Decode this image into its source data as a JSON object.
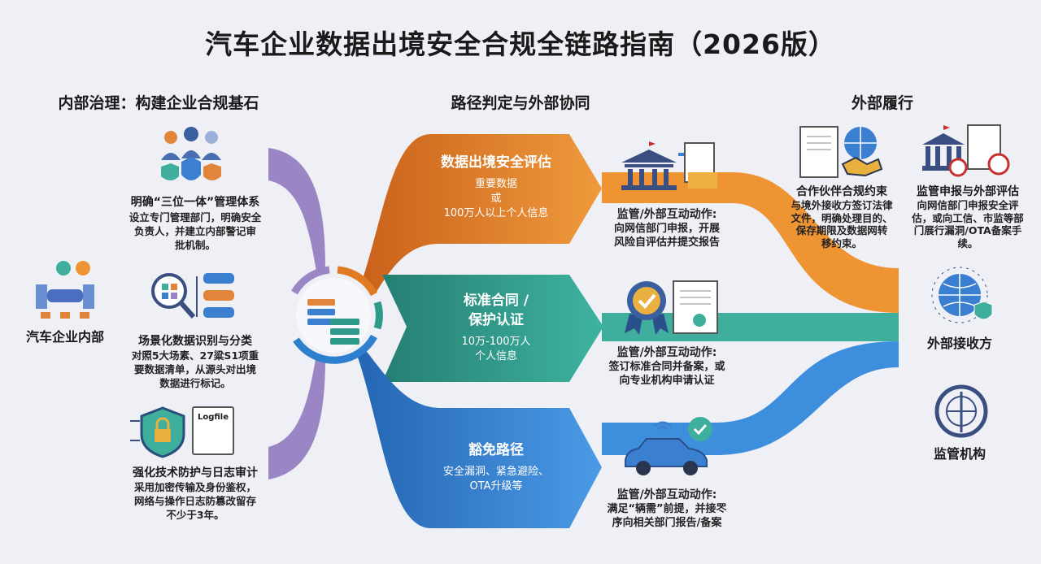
{
  "title": "汽车企业数据出境安全合规全链路指南（2026版）",
  "sections": {
    "left": "内部治理：构建企业合规基石",
    "middle": "路径判定与外部协同",
    "right": "外部履行"
  },
  "left": {
    "origin_label": "汽车企业内部",
    "items": [
      {
        "title": "明确“三位一体”管理体系",
        "desc": [
          "设立专门管理部门，明确安全",
          "负责人，并建立内部警记审",
          "批机制。"
        ]
      },
      {
        "title": "场景化数据识别与分类",
        "desc": [
          "对照5大场素、27粱S1项重",
          "要数据清单，从源头对出境",
          "数据进行标记。"
        ]
      },
      {
        "title": "强化技术防护与日志审计",
        "desc": [
          "采用加密传输及身份鉴权，",
          "网络与操作日志防篡改留存",
          "不少于3年。"
        ]
      }
    ],
    "logfile_label": "Logfile"
  },
  "paths": [
    {
      "title": "数据出境安全评估",
      "desc": [
        "重要数据",
        "或",
        "100万人以上个人信息"
      ],
      "action_title": "监管/外部互动动作:",
      "action": [
        "向网信部门申报，开展",
        "风险自评估并提交报告"
      ],
      "color": "#e07b22"
    },
    {
      "title": [
        "标准合同 /",
        "保护认证"
      ],
      "desc": [
        "10万-100万人",
        "个人信息"
      ],
      "action_title": "监管/外部互动动作:",
      "action": [
        "签订标准合同并备案，或",
        "向专业机构申请认证"
      ],
      "color": "#2e9a8a"
    },
    {
      "title": "豁免路径",
      "desc": [
        "安全漏洞、紧急避险、",
        "OTA升级等"
      ],
      "action_title": "监管/外部互动动作:",
      "action": [
        "满足“辆需”前提，并接罖",
        "序向相关部门报告/备案"
      ],
      "color": "#2f7fd0"
    }
  ],
  "right": {
    "partner": {
      "title": "合作伙伴合规约束",
      "desc": [
        "与境外接收方签订法律",
        "文件，明确处理目的、",
        "保存期限及数据网转",
        "移约束。"
      ]
    },
    "regulator": {
      "title": "监管申报与外部评估",
      "desc": [
        "向网信部门申报安全评",
        "估，或向工信、市监等部",
        "门展行漏洞/OTA备案手",
        "续。"
      ]
    },
    "receiver_label": "外部接收方",
    "authority_label": "监管机构"
  }
}
